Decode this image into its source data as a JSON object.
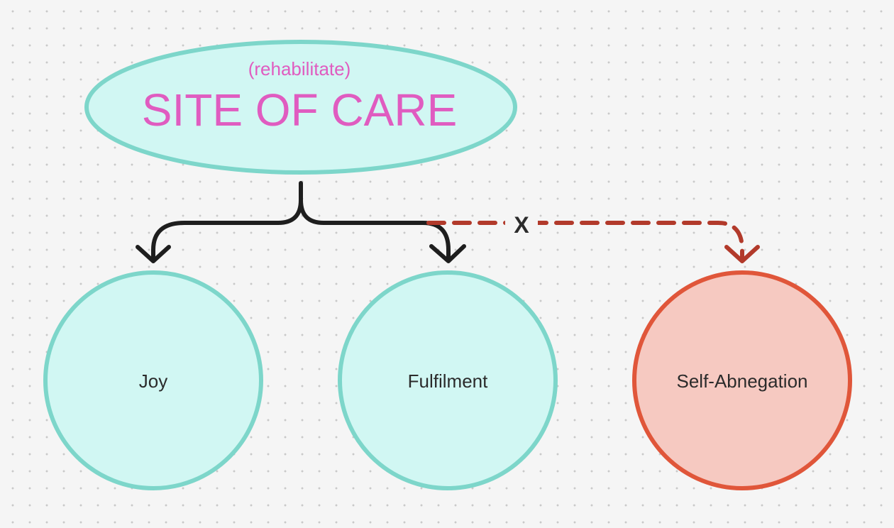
{
  "top_node": {
    "subtitle": "(rehabilitate)",
    "title": "SITE OF CARE"
  },
  "nodes": [
    {
      "label": "Joy"
    },
    {
      "label": "Fulfilment"
    },
    {
      "label": "Self-Abnegation"
    }
  ],
  "blocked_connector": {
    "mark": "X"
  },
  "colors": {
    "teal_stroke": "#7dd6ca",
    "teal_fill": "#d1f7f3",
    "pink_text": "#e05cc0",
    "red_stroke": "#e0563a",
    "red_fill": "#f6c9c1",
    "dashed_arrow": "#b23a2b",
    "black_arrow": "#1e1e1e",
    "label_text": "#2b2b2b"
  }
}
